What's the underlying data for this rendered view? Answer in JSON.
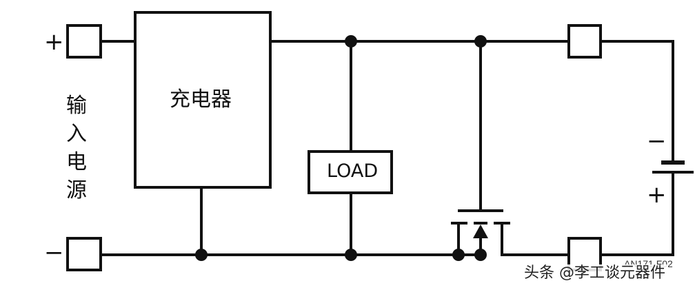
{
  "input": {
    "plus_sign": "+",
    "minus_sign": "−",
    "label_chars": [
      "输",
      "入",
      "电",
      "源"
    ]
  },
  "charger": {
    "label": "充电器"
  },
  "load": {
    "label": "LOAD"
  },
  "battery": {
    "minus_sign": "−",
    "plus_sign": "+"
  },
  "part_code": "AN171 F02",
  "watermark": "头条 @李工谈元器件",
  "colors": {
    "line": "#111111",
    "background": "#ffffff"
  }
}
